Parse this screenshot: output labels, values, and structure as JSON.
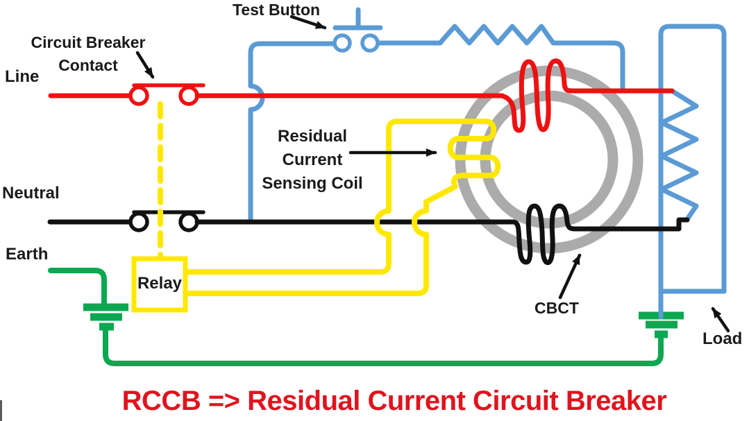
{
  "diagram": {
    "labels": {
      "test_button": "Test Button",
      "breaker_contact_1": "Circuit Breaker",
      "breaker_contact_2": "Contact",
      "line": "Line",
      "neutral": "Neutral",
      "earth": "Earth",
      "sensing_1": "Residual",
      "sensing_2": "Current",
      "sensing_3": "Sensing Coil",
      "relay": "Relay",
      "cbct": "CBCT",
      "load": "Load"
    },
    "caption": "RCCB => Residual Current Circuit Breaker"
  },
  "colors": {
    "wire-red": "#ee1111",
    "wire-blue": "#5b9bd5",
    "wire-yellow": "#ffe800",
    "wire-green": "#0ca750",
    "wire-black": "#111111",
    "core-gray": "#ababab",
    "caption-red": "#e0141e",
    "label-black": "#1a1a1a",
    "bg": "#ffffff"
  }
}
